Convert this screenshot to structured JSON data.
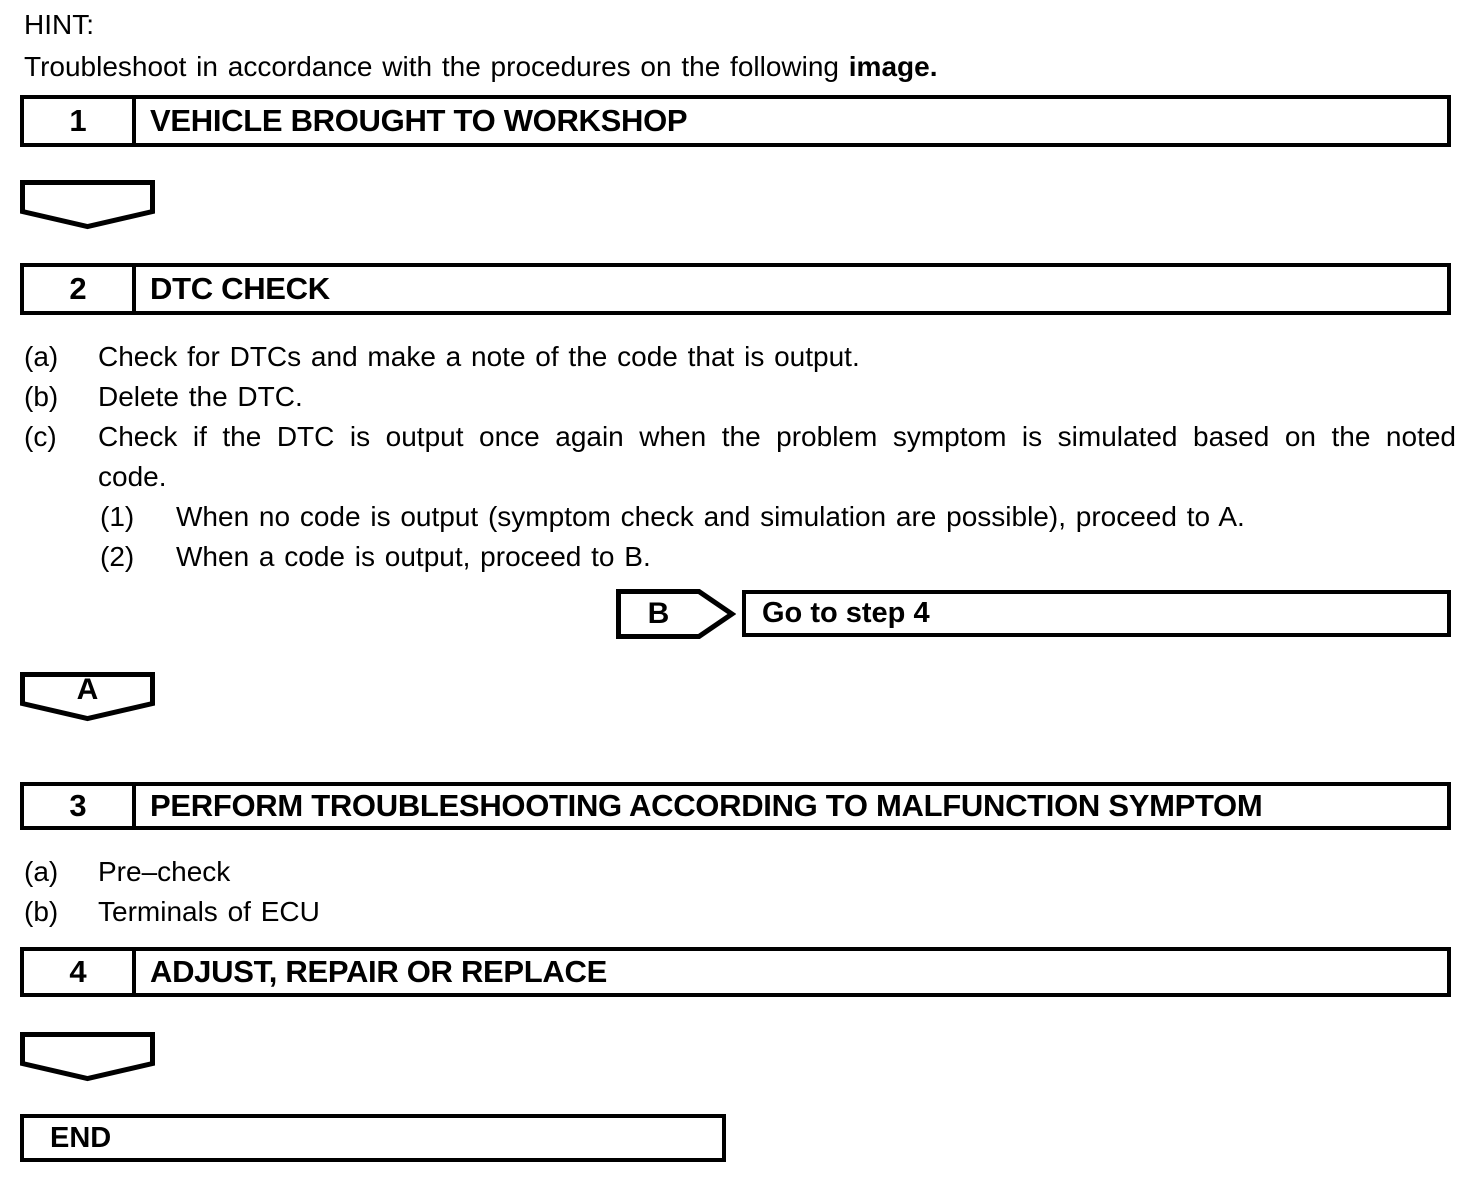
{
  "page": {
    "background": "#ffffff",
    "ink": "#000000"
  },
  "hint": {
    "label": "HINT:",
    "text": "Troubleshoot in accordance with the procedures on the following ",
    "bold_text": "image."
  },
  "steps": [
    {
      "number": "1",
      "title": "VEHICLE BROUGHT TO WORKSHOP"
    },
    {
      "number": "2",
      "title": "DTC CHECK"
    },
    {
      "number": "3",
      "title": "PERFORM TROUBLESHOOTING ACCORDING TO MALFUNCTION SYMPTOM"
    },
    {
      "number": "4",
      "title": "ADJUST, REPAIR OR REPLACE"
    }
  ],
  "dtc_check_items": [
    {
      "label": "(a)",
      "text": "Check for DTCs and make a note of the code that is output."
    },
    {
      "label": "(b)",
      "text": "Delete the DTC."
    },
    {
      "label": "(c)",
      "text_line1": "Check if the DTC is output once again when the problem symptom is simulated based on the noted",
      "text_line2": "code."
    }
  ],
  "dtc_check_subitems": [
    {
      "label": "(1)",
      "text": "When no code is output (symptom check and simulation are possible), proceed to A."
    },
    {
      "label": "(2)",
      "text": "When a code is output, proceed to B."
    }
  ],
  "branch_b": {
    "label": "B",
    "action": "Go to step 4"
  },
  "connector_a": {
    "label": "A"
  },
  "symptom_items": [
    {
      "label": "(a)",
      "text": "Pre–check"
    },
    {
      "label": "(b)",
      "text": "Terminals of ECU"
    }
  ],
  "end": {
    "label": "END"
  }
}
